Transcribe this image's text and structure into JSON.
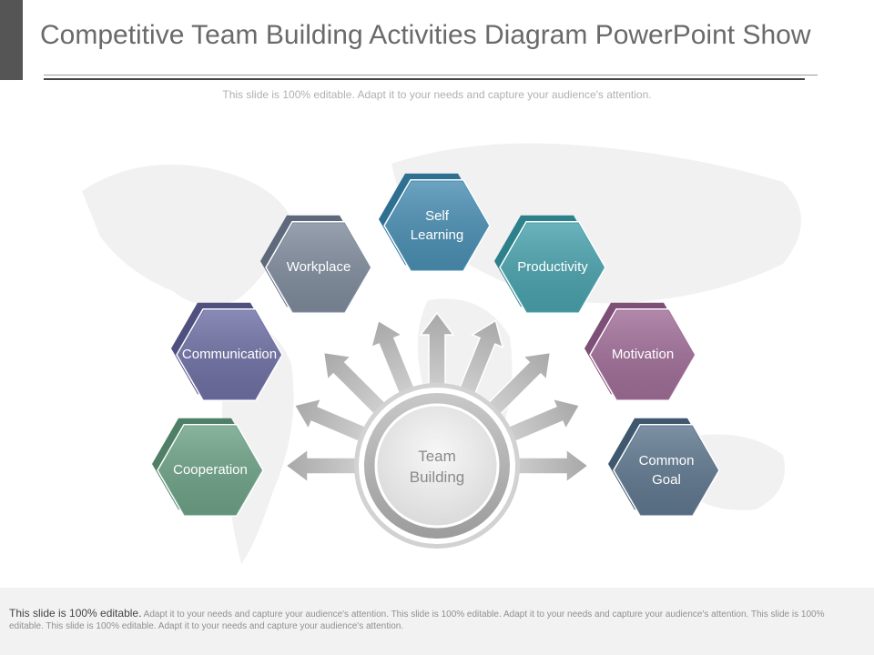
{
  "slide": {
    "title": "Competitive Team Building Activities Diagram PowerPoint Show",
    "subtitle": "This slide is 100% editable. Adapt it to your needs and capture your audience's attention."
  },
  "diagram": {
    "center": {
      "label": "Team\nBuilding"
    },
    "items": [
      {
        "label": "Cooperation",
        "color": "#6ea287",
        "back": "#4f8067"
      },
      {
        "label": "Communication",
        "color": "#6f70a4",
        "back": "#4f507f"
      },
      {
        "label": "Workplace",
        "color": "#808c9d",
        "back": "#5e6a7b"
      },
      {
        "label": "Self\nLearning",
        "color": "#4b8fb3",
        "back": "#2f6f92"
      },
      {
        "label": "Productivity",
        "color": "#4aa2ad",
        "back": "#2e818b"
      },
      {
        "label": "Motivation",
        "color": "#a06e98",
        "back": "#7e4f77"
      },
      {
        "label": "Common\nGoal",
        "color": "#60788f",
        "back": "#40586f"
      }
    ]
  },
  "footer": {
    "lead": "This slide is 100% editable.",
    "text": "Adapt it to your needs and capture your audience's attention. This slide is 100% editable. Adapt it to your needs and capture your audience's attention. This slide is 100% editable. This slide is 100% editable. Adapt it to your needs and capture your audience's attention."
  }
}
